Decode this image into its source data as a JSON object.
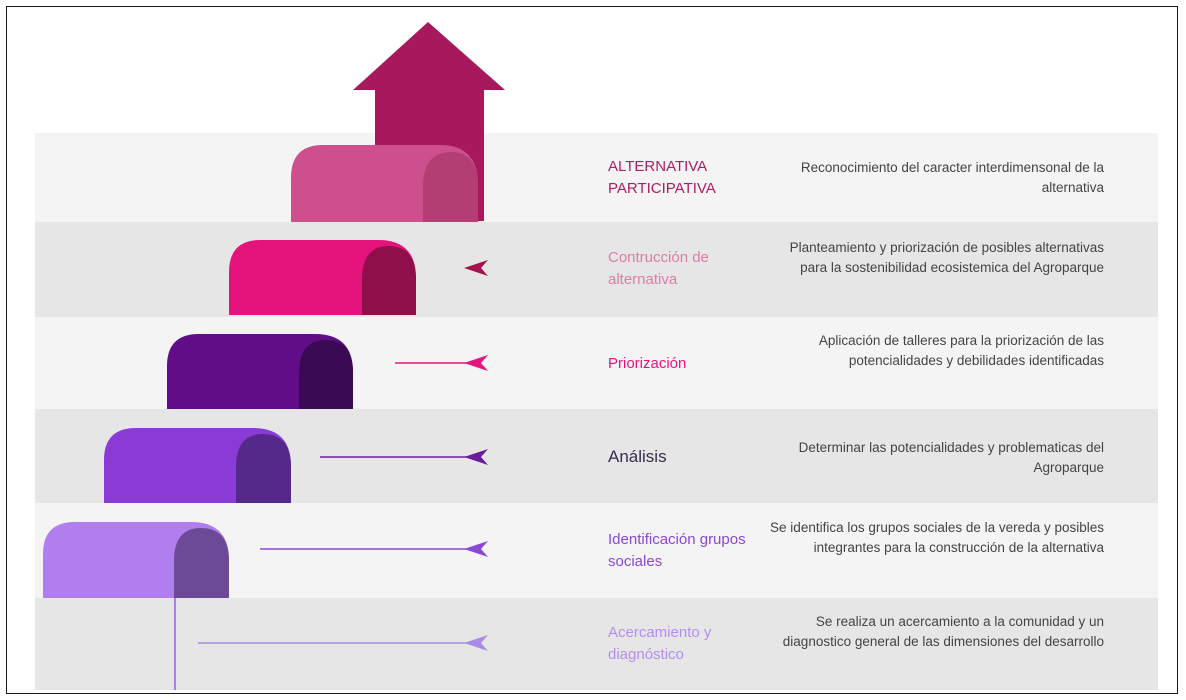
{
  "colors": {
    "arrow": "#a8185c",
    "step_participativa": "#cd4f8e",
    "step_contruccion": "#e4137b",
    "step_priorizacion": "#600d87",
    "step_analisis": "#8a3bd6",
    "step_identificacion": "#b17ef0",
    "band_light": "#f4f4f4",
    "band_dark": "#e6e6e6"
  },
  "steps": [
    {
      "label": "ALTERNATIVA PARTICIPATIVA",
      "description": "Reconocimiento del caracter interdimensonal de la alternativa",
      "color": "#ad1e62"
    },
    {
      "label": "Contrucción de alternativa",
      "description": "Planteamiento y priorización de posibles alternativas para la sostenibilidad ecosistemica del Agroparque",
      "color": "#e27aa8"
    },
    {
      "label": "Priorización",
      "description": "Aplicación de talleres para la priorización de las potencialidades y debilidades identificadas",
      "color": "#e5157d"
    },
    {
      "label": "Análisis",
      "description": "Determinar las potencialidades y problematicas del Agroparque",
      "color": "#3c2a4e"
    },
    {
      "label": "Identificación grupos sociales",
      "description": "Se identifica los grupos sociales de la vereda y posibles integrantes para la construcción de la alternativa",
      "color": "#8a48d6"
    },
    {
      "label": "Acercamiento y diagnóstico",
      "description": "Se realiza un acercamiento a la comunidad y un diagnostico general de las dimensiones del desarrollo",
      "color": "#b48ef0"
    }
  ]
}
